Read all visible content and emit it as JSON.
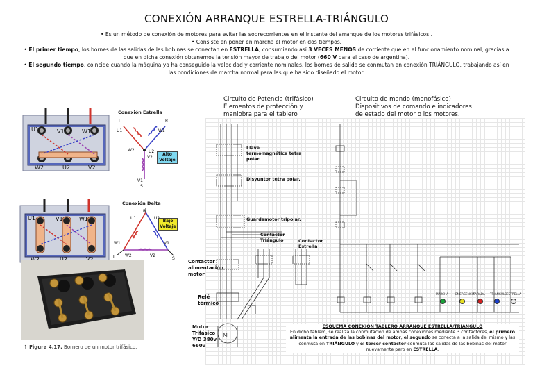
{
  "title": "CONEXIÓN ARRANQUE ESTRELLA-TRIÁNGULO",
  "bullets": {
    "b1": "•   Es un método de conexión de motores para evitar las sobrecorrientes en el instante del arranque de los motores trifásicos .",
    "b2": "•   Consiste en poner en marcha el motor en dos tiempos.",
    "b3_pre": "•   ",
    "b3_bold1": "El primer tiempo",
    "b3_mid1": ", los bornes de las salidas de las bobinas se conectan en ",
    "b3_bold2": "ESTRELLA",
    "b3_mid2": ", consumiendo así ",
    "b3_bold3": "3 VECES MENOS",
    "b3_mid3": " de corriente que en el funcionamiento nominal, gracias a que en dicha conexión obtenemos la tensión mayor de trabajo del motor (",
    "b3_bold4": "660 V",
    "b3_end": " para el caso de argentina).",
    "b4_pre": "•   ",
    "b4_bold": "El segundo tiempo",
    "b4_text": ", coincide cuando la máquina ya ha conseguido la velocidad y corriente nominales, los bornes de salida se conmutan en conexión TRIÁNGULO, trabajando así en las condiciones de marcha normal para las que ha sido diseñado el motor."
  },
  "left": {
    "star_title": "Conexión Estrella",
    "delta_title": "Conexión Delta",
    "high_voltage": "Alto Voltaje",
    "low_voltage": "Bajo Voltaje",
    "terminals_top": [
      "U1",
      "V1",
      "W1"
    ],
    "terminals_bottom": [
      "W2",
      "U2",
      "V2"
    ],
    "star_nodes": [
      "R",
      "T",
      "S",
      "U1",
      "W1",
      "W2",
      "U2",
      "V2",
      "V1"
    ],
    "delta_nodes": [
      "R",
      "T",
      "S",
      "U1",
      "U2",
      "W1",
      "W2",
      "V2",
      "V1"
    ],
    "caption_fig": "Figura 4.17.",
    "caption_text": " Bornero de un motor trifásico.",
    "caption_glyph": "↑"
  },
  "power": {
    "heading1": "Circuito de Potencia (trifásico)",
    "heading2": "Elementos de protección y",
    "heading3": "maniobra para el tablero",
    "breaker": "Llave termomagnética tetra polar.",
    "disjuntor": "Disyuntor tetra polar.",
    "guardamotor": "Guardamotor tripolar.",
    "contactor_tri": "Contactor Triángulo",
    "contactor_est": "Contactor Estrella",
    "contactor_feed": "Contactor alimentación motor",
    "relay": "Relé térmico",
    "motor": "Motor Trifásico Y/D 380v 660v"
  },
  "control": {
    "heading1": "Circuito de mando (monofásico)",
    "heading2": "Dispositivos de comando e indicadores",
    "heading3": "de estado del motor o los motores.",
    "lamps": [
      "MARCHA",
      "EMERGENCIA",
      "PARADA",
      "TRIANGULO",
      "ESTRELLA"
    ],
    "lamp_colors": [
      "#1aa33a",
      "#e8e020",
      "#d42020",
      "#1a3fd0",
      "#e8e8e8"
    ]
  },
  "schema": {
    "title": "ESQUEMA CONEXIÓN TABLERO ARRANQUE ESTRELLA/TRIÁNGULO",
    "t1": "En dicho tablero, se realiza la conmutación de ambas conexiones mediante 3 contactores, ",
    "b1": "el primero alimenta la entrada de las bobinas del motor",
    "t2": ", ",
    "b2": "el segundo",
    "t3": " se conecta a la salida del mismo y las conmuta en ",
    "b3": "TRIÁNGULO",
    "t4": " y ",
    "b4": "el tercer contactor",
    "t5": " conmuta las salidas de las bobinas del motor nuevamente pero en ",
    "b5": "ESTRELLA",
    "t6": "."
  },
  "colors": {
    "terminal_plate": "#cfd3df",
    "link_bar": "#f0b48a",
    "coil_red": "#d0342c",
    "coil_blue": "#3b44c8",
    "coil_purple": "#9a3fb0",
    "high_voltage_box": "#7fd8f0",
    "low_voltage_box": "#f2ea2a"
  }
}
